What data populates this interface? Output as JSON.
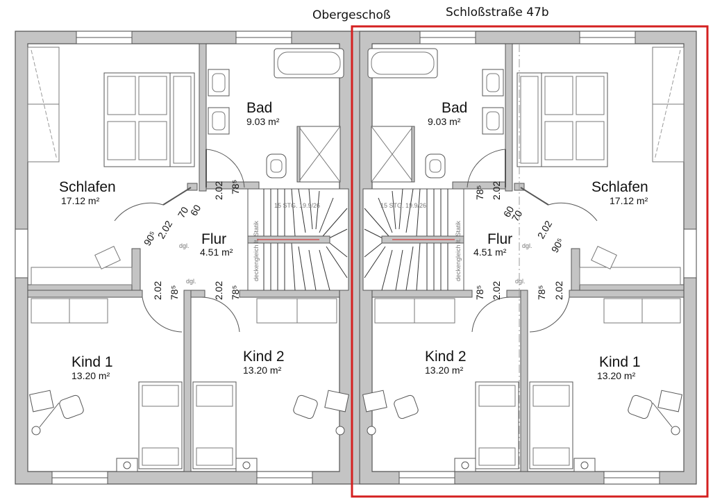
{
  "header": {
    "floor_label": "Obergeschoß",
    "address_label": "Schloßstraße 47b"
  },
  "colors": {
    "wall": "#bdbdbd",
    "wall_outline": "#555555",
    "highlight": "#d42020"
  },
  "left_unit": {
    "schlafen": {
      "name": "Schlafen",
      "area": "17.12 m²"
    },
    "bad": {
      "name": "Bad",
      "area": "9.03 m²"
    },
    "flur": {
      "name": "Flur",
      "area": "4.51 m²"
    },
    "kind1": {
      "name": "Kind 1",
      "area": "13.20 m²"
    },
    "kind2": {
      "name": "Kind 2",
      "area": "13.20 m²"
    }
  },
  "right_unit": {
    "schlafen": {
      "name": "Schlafen",
      "area": "17.12 m²"
    },
    "bad": {
      "name": "Bad",
      "area": "9.03 m²"
    },
    "flur": {
      "name": "Flur",
      "area": "4.51 m²"
    },
    "kind1": {
      "name": "Kind 1",
      "area": "13.20 m²"
    },
    "kind2": {
      "name": "Kind 2",
      "area": "13.20 m²"
    }
  },
  "door_dims": {
    "d202": "2.02",
    "d785": "78⁵",
    "d905": "90⁵",
    "d60": "60",
    "d70": "70",
    "dgl": "dgl."
  },
  "stair": {
    "steps": "15 STG. 19.9/26",
    "note": "deckengleich lt. Statik"
  }
}
